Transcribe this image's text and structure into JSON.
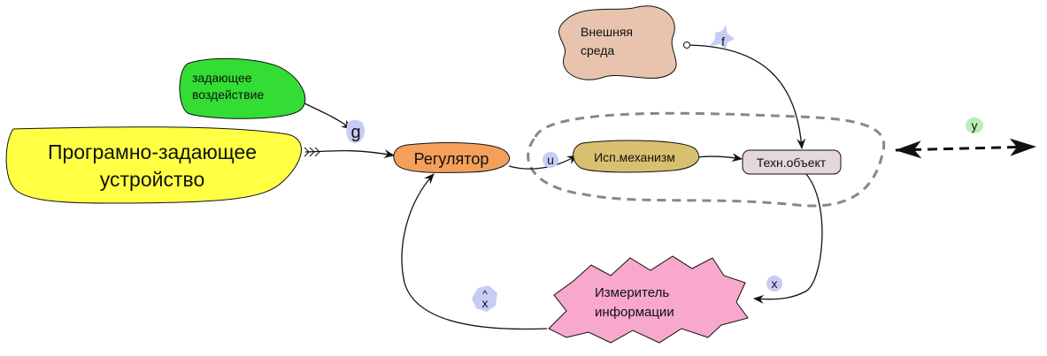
{
  "nodes": {
    "program_device": {
      "line1": "Програмно-задающее",
      "line2": "устройство",
      "color": "#ffff44"
    },
    "setting_action": {
      "line1": "задающее",
      "line2": "воздействие",
      "color": "#33dd33"
    },
    "regulator": {
      "label": "Регулятор",
      "color": "#f5a05a"
    },
    "actuator": {
      "label": "Исп.механизм",
      "color": "#d8c070"
    },
    "tech_object": {
      "label": "Техн.объект",
      "color": "#e4d8da"
    },
    "environment": {
      "line1": "Внешняя",
      "line2": "среда",
      "color": "#e8c4ae"
    },
    "meter": {
      "line1": "Измеритель",
      "line2": "информации",
      "color": "#f7a8cc"
    }
  },
  "signals": {
    "g": "g",
    "u": "u",
    "f": "f",
    "x": "x",
    "x_hat_mark": "^",
    "x_hat": "x",
    "y": "y"
  },
  "colors": {
    "signal_badge": "#c8ccf5",
    "output_badge": "#b8ecb8",
    "boundary": "#888888",
    "edge": "#111111"
  }
}
